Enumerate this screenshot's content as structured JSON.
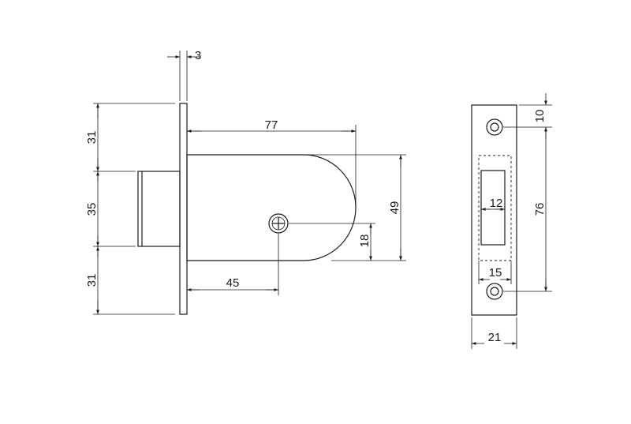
{
  "dimensions": {
    "faceplate_thickness": "3",
    "top_offset": "31",
    "bolt_height": "35",
    "bottom_offset": "31",
    "body_length": "77",
    "body_height": "49",
    "keyhole_height": "18",
    "backset": "45",
    "screw_offset": "10",
    "strike_height": "76",
    "slot_width": "12",
    "slot_outer_width": "15",
    "strike_width": "21"
  }
}
